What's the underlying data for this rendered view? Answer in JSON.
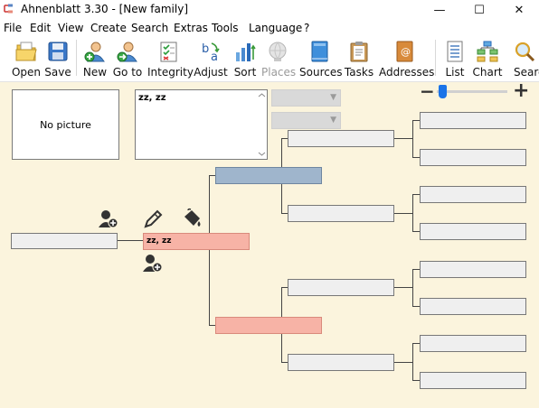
{
  "window": {
    "title": "Ahnenblatt 3.30 - [New family]",
    "minimize_glyph": "—",
    "maximize_glyph": "☐",
    "close_glyph": "✕"
  },
  "menu": [
    "File",
    "Edit",
    "View",
    "Create",
    "Search",
    "Extras",
    "Tools",
    "Language",
    "?"
  ],
  "toolbar": {
    "open": "Open",
    "save": "Save",
    "new": "New",
    "goto": "Go to",
    "integrity": "Integrity",
    "adjust": "Adjust",
    "sort": "Sort",
    "places": "Places",
    "sources": "Sources",
    "tasks": "Tasks",
    "addresses": "Addresses",
    "list": "List",
    "chart": "Chart",
    "search": "Search"
  },
  "panel": {
    "no_picture": "No picture",
    "notes_text": "zz, zz"
  },
  "tree": {
    "root_name": "zz, zz"
  },
  "icons": {
    "add_person": "add-person-icon",
    "edit": "pencil-icon",
    "paint": "paint-bucket-icon"
  },
  "colors": {
    "canvas_bg": "#fbf4dd",
    "father_box": "#9fb5cc",
    "mother_box": "#f7b3a6",
    "root_box": "#f7b3a6",
    "zoom_accent": "#1a73e8"
  }
}
